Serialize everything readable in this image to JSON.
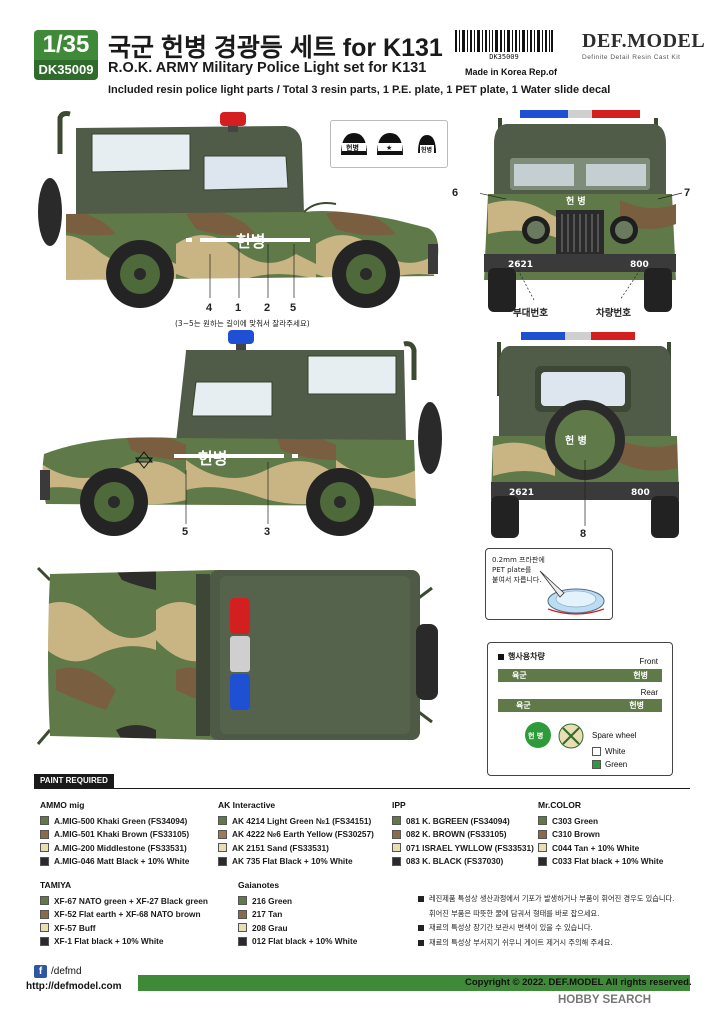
{
  "header": {
    "scale": "1/35",
    "code": "DK35009",
    "title_ko": "국군 헌병 경광등 세트 for K131",
    "title_en": "R.O.K. ARMY Military Police Light set for K131",
    "included": "Included resin police light parts / Total 3 resin parts, 1 P.E. plate,  1 PET plate, 1 Water slide decal",
    "barcode_number": "DK35009",
    "made_in": "Made in Korea Rep.of",
    "brand_logo": "DEF.MODEL",
    "brand_tagline": "Definite Detail Resin Cast Kit"
  },
  "helmets": [
    "헌병",
    "★",
    "헌병"
  ],
  "side_view_1": {
    "decal_text": "헌병",
    "callouts": [
      "4",
      "1",
      "2",
      "5"
    ],
    "note": "(3~5는 원하는 길이에 맞춰서 잘라주세요)"
  },
  "front_view": {
    "callout_left": "6",
    "callout_right": "7",
    "plate_text": "헌 병",
    "left_number": "2621",
    "right_number": "800",
    "label_unit": "부대번호",
    "label_vehicle": "차량번호"
  },
  "side_view_2": {
    "decal_text": "헌병",
    "callouts": [
      "5",
      "3"
    ]
  },
  "rear_view": {
    "spare_text": "헌 병",
    "left_number": "2621",
    "right_number": "800",
    "callout": "8"
  },
  "pet_note": {
    "lines": [
      "0.2mm 프라판에",
      "PET plate를",
      "붙여서 자릅니다."
    ]
  },
  "decal_card": {
    "title": "행사용차량",
    "front_label": "Front",
    "rear_label": "Rear",
    "strip_left": "육군",
    "strip_right": "헌병",
    "emblem_text": "헌 병",
    "spare_label": "Spare wheel",
    "white_label": "White",
    "green_label": "Green"
  },
  "paint_section": {
    "tag": "PAINT REQUIRED",
    "groups": [
      {
        "brand": "AMMO mig",
        "items": [
          {
            "color": "#5f7a48",
            "label": "A.MIG-500 Khaki Green (FS34094)"
          },
          {
            "color": "#8a6a48",
            "label": "A.MIG-501 Khaki Brown (FS33105)"
          },
          {
            "color": "#e9ddb3",
            "label": "A.MIG-200 Middlestone (FS33531)"
          },
          {
            "color": "#2a2a2a",
            "label": "A.MIG-046 Matt Black  + 10% White"
          }
        ]
      },
      {
        "brand": "AK Interactive",
        "items": [
          {
            "color": "#5f7a48",
            "label": "AK 4214  Light Green №1 (FS34151)"
          },
          {
            "color": "#9a7b55",
            "label": "AK 4222  №6 Earth Yellow (FS30257)"
          },
          {
            "color": "#e9ddb3",
            "label": "AK 2151  Sand (FS33531)"
          },
          {
            "color": "#2a2a2a",
            "label": "AK 735  Flat Black  + 10% White"
          }
        ]
      },
      {
        "brand": "IPP",
        "items": [
          {
            "color": "#5f7a48",
            "label": "081  K. BGREEN (FS34094)"
          },
          {
            "color": "#8a6a48",
            "label": "082  K. BROWN (FS33105)"
          },
          {
            "color": "#e9ddb3",
            "label": "071  ISRAEL YWLLOW (FS33531)"
          },
          {
            "color": "#2a2a2a",
            "label": "083  K. BLACK (FS37030)"
          }
        ]
      },
      {
        "brand": "Mr.COLOR",
        "items": [
          {
            "color": "#5f7a48",
            "label": "C303 Green"
          },
          {
            "color": "#8a6a48",
            "label": "C310 Brown"
          },
          {
            "color": "#e9ddb3",
            "label": "C044 Tan + 10% White"
          },
          {
            "color": "#2a2a2a",
            "label": "C033 Flat black + 10% White"
          }
        ]
      },
      {
        "brand": "TAMIYA",
        "items": [
          {
            "color": "#5f7a48",
            "label": "XF-67 NATO green + XF-27 Black green"
          },
          {
            "color": "#8a6a48",
            "label": "XF-52 Flat earth + XF-68 NATO brown"
          },
          {
            "color": "#e9ddb3",
            "label": "XF-57 Buff"
          },
          {
            "color": "#2a2a2a",
            "label": "XF-1 Flat black + 10% White"
          }
        ]
      },
      {
        "brand": "Gaianotes",
        "items": [
          {
            "color": "#5f7a48",
            "label": "216 Green"
          },
          {
            "color": "#8a6a48",
            "label": "217 Tan"
          },
          {
            "color": "#e9ddb3",
            "label": "208 Grau"
          },
          {
            "color": "#2a2a2a",
            "label": "012 Flat black + 10% White"
          }
        ]
      }
    ]
  },
  "warnings": [
    "레진제품 특성상 생산과정에서 기포가 발생하거나 부품이 휘어진 경우도 있습니다.",
    "휘어진 부품은 따뜻한 물에 담궈서 형태를 바로 잡으세요.",
    "재료의 특성상 장기간 보관시 변색이 있을 수 있습니다.",
    "재료의 특성상 부서지기 쉬우니 게이트 제거시 주의해 주세요."
  ],
  "footer": {
    "social_handle": "/defmd",
    "website": "http://defmodel.com",
    "copyright": "Copyright © 2022.  DEF.MODEL  All rights reserved.",
    "watermark": "HOBBY SEARCH"
  }
}
